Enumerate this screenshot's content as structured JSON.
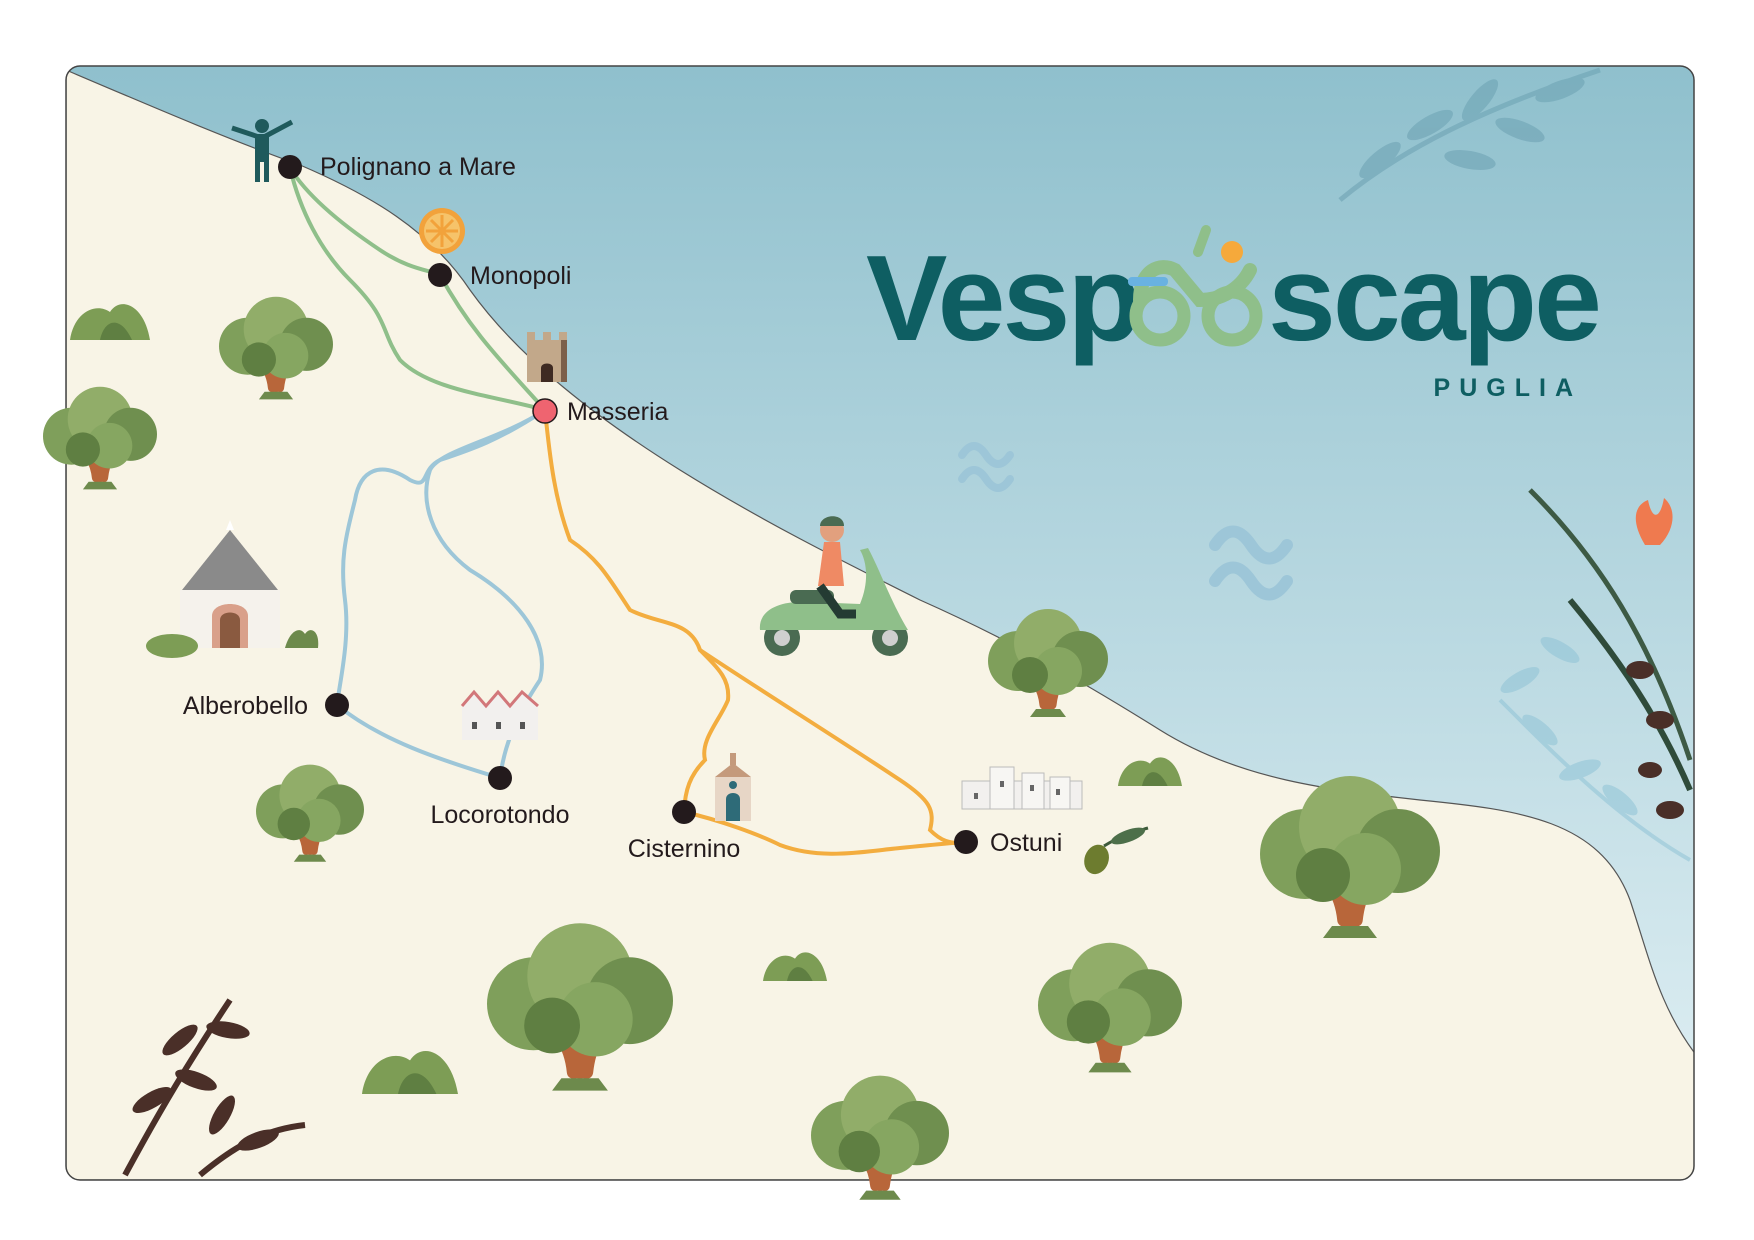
{
  "brand": {
    "title_left": "Vesp",
    "title_right": "scape",
    "subtitle": "PUGLIA",
    "color": "#0e5e62",
    "accent": "#8fbf8a",
    "dot": "#f6a93b"
  },
  "colors": {
    "sea_top": "#8fc0cd",
    "sea_bottom": "#e3f1f5",
    "land": "#f8f4e6",
    "route_green": "#8fbf8a",
    "route_blue": "#9dc6d8",
    "route_orange": "#f3ad3f",
    "marker": "#231a1c",
    "marker_highlight": "#ef6470"
  },
  "towns": [
    {
      "id": "polignano",
      "label": "Polignano a Mare"
    },
    {
      "id": "monopoli",
      "label": "Monopoli"
    },
    {
      "id": "masseria",
      "label": "Masseria",
      "highlight": true
    },
    {
      "id": "alberobello",
      "label": "Alberobello"
    },
    {
      "id": "locorotondo",
      "label": "Locorotondo"
    },
    {
      "id": "cisternino",
      "label": "Cisternino"
    },
    {
      "id": "ostuni",
      "label": "Ostuni"
    }
  ],
  "routes": [
    {
      "id": "green",
      "color_key": "route_green",
      "stops": [
        "polignano",
        "monopoli",
        "masseria"
      ]
    },
    {
      "id": "blue",
      "color_key": "route_blue",
      "stops": [
        "masseria",
        "alberobello",
        "locorotondo"
      ]
    },
    {
      "id": "orange",
      "color_key": "route_orange",
      "stops": [
        "masseria",
        "cisternino",
        "ostuni"
      ]
    }
  ],
  "icons": [
    "statue-icon",
    "orange-slice-icon",
    "castle-tower-icon",
    "trullo-icon",
    "white-houses-icon",
    "church-icon",
    "white-town-icon",
    "vespa-rider-icon",
    "olive-tree-icon",
    "wave-icon",
    "olive-branch-icon",
    "flower-icon"
  ]
}
